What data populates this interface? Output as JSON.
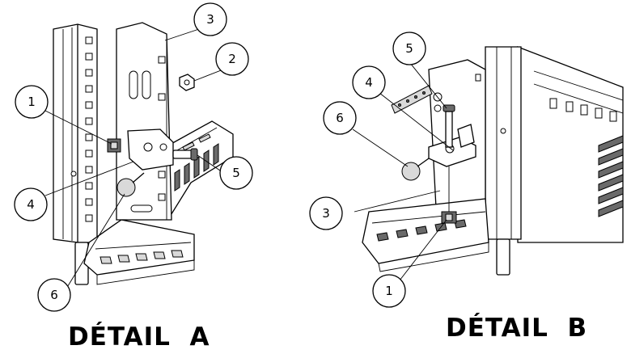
{
  "detail_a": {
    "title": "DÉTAIL  A",
    "callouts": [
      "1",
      "2",
      "3",
      "4",
      "5",
      "6"
    ]
  },
  "detail_b": {
    "title": "DÉTAIL  B",
    "callouts": [
      "5",
      "4",
      "6",
      "3",
      "1"
    ]
  }
}
